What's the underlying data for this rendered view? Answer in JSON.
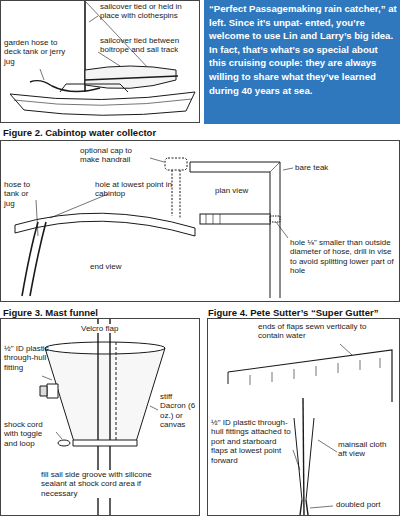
{
  "diagram": {
    "labels": [
      "sailcover tied or held in place with clothespins",
      "sailcover tied between boltrope and sail track",
      "garden hose to deck tank or jerry jug",
      "“Perfect Passagemaking rain catcher,” at left. Since it’s unpat- ented, you’re welcome to use Lin and Larry’s big idea. In fact, that’s what’s so special about this cruising couple: they are always willing to share what they’ve learned during 40 years at sea.",
      "Figure 2. Cabintop water collector",
      "hose to tank or jug",
      "optional cap to make handrail",
      "hole at lowest point in cabintop",
      "end view",
      "bare teak",
      "plan view",
      "hole ⅛\" smaller than outside diameter of hose, drill in vise to avoid splitting lower part of hole",
      "Figure 3. Mast funnel",
      "Figure 4. Pete Sutter’s “Super Gutter”",
      "Velcro flap",
      "½\" ID plastic through-hull fitting",
      "stiff Dacron (6 oz.) or canvas",
      "shock cord with toggle and loop",
      "fill sail side groove with silicone sealant at shock cord area if necessary",
      "ends of flaps sewn vertically to contain water",
      "½\" ID plastic through-hull fittings attached to port and starboard flaps at lowest point forward",
      "mainsail cloth aft view",
      "doubled port"
    ]
  }
}
